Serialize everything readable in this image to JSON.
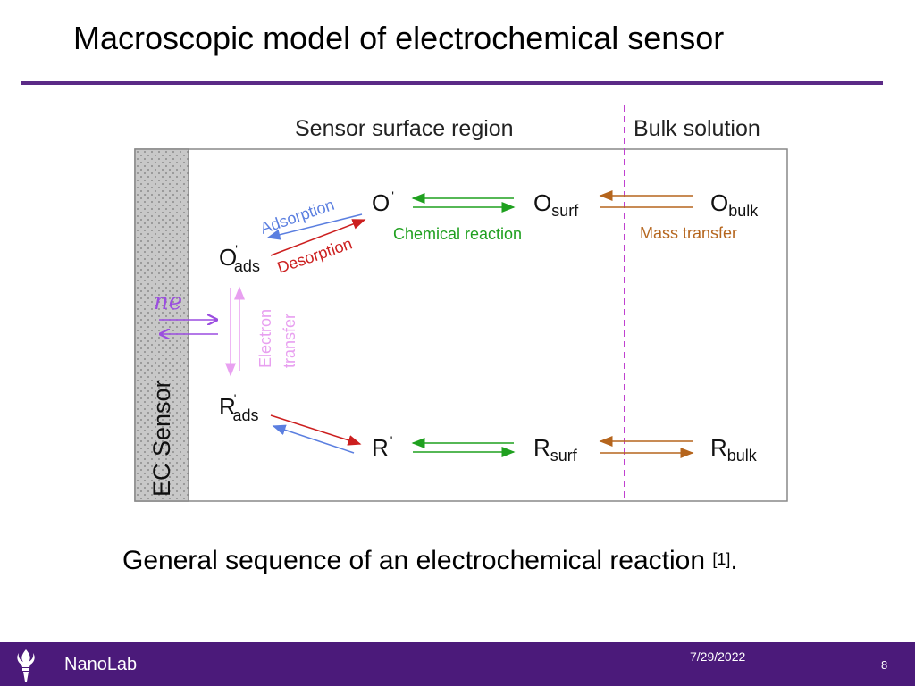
{
  "slide": {
    "title": "Macroscopic model of electrochemical sensor",
    "caption_text": "General sequence of an electrochemical reaction ",
    "caption_ref": "[1]",
    "caption_end": "."
  },
  "diagram": {
    "region_left": "Sensor surface region",
    "region_right": "Bulk solution",
    "electrode": "EC Sensor",
    "species": {
      "O": "O",
      "O_prime_mark": "'",
      "O_ads_sub": "ads",
      "O_surf_main": "O",
      "O_surf_sub": "surf",
      "O_bulk_main": "O",
      "O_bulk_sub": "bulk",
      "R": "R",
      "R_prime_mark": "'",
      "R_ads_sub": "ads",
      "R_surf_main": "R",
      "R_surf_sub": "surf",
      "R_bulk_main": "R",
      "R_bulk_sub": "bulk"
    },
    "labels": {
      "adsorption": "Adsorption",
      "desorption": "Desorption",
      "chemical_reaction": "Chemical reaction",
      "mass_transfer": "Mass transfer",
      "electron": "Electron",
      "transfer": "transfer",
      "ne": "ne"
    },
    "colors": {
      "adsorption": "#5b7fe0",
      "desorption": "#cc1f1f",
      "chemical": "#1fa01f",
      "mass": "#b5651d",
      "electron": "#e8a0f0",
      "ne": "#9b4de0",
      "divider": "#c040d0"
    }
  },
  "footer": {
    "lab": "NanoLab",
    "date": "7/29/2022",
    "page": "8"
  }
}
